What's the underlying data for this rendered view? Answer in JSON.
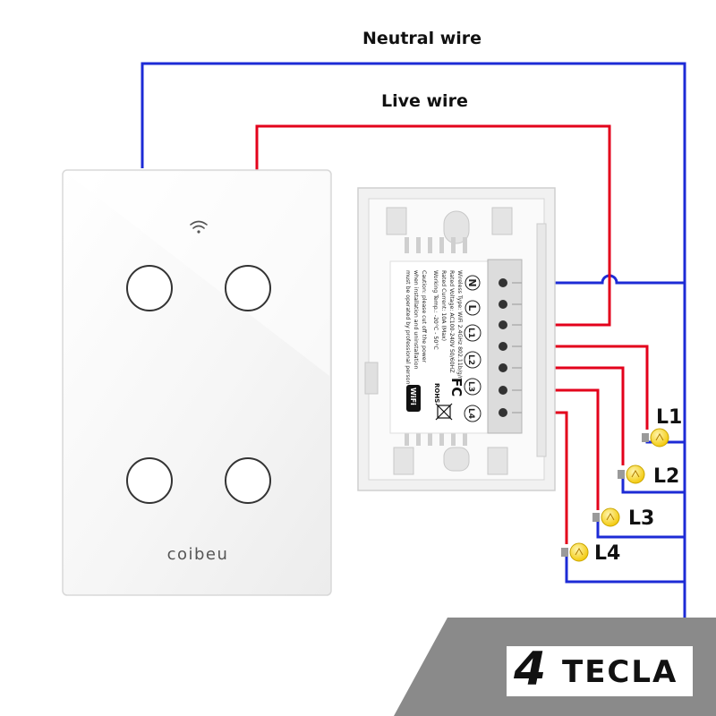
{
  "labels": {
    "neutral_wire": "Neutral wire",
    "live_wire": "Live wire"
  },
  "switch_front": {
    "brand": "coibeu",
    "button_count": 4,
    "indicator_icon": "wifi-icon"
  },
  "switch_back": {
    "terminals": [
      "N",
      "L",
      "L1",
      "L2",
      "L3",
      "L4"
    ],
    "spec_lines": [
      "Wireless Type: WiFi 2.4GHz 802.11b/g/n",
      "Rated Voltage: AC100-240V 50/60HZ",
      "Rated Current: 10A (Max)",
      "Working Temp.: -20°C - 50°C",
      "Caution: please cut off the power",
      "when installation and uninstallation",
      "must be operated by professional person"
    ],
    "cert_marks": [
      "FC",
      "ROHS",
      "WiFi"
    ]
  },
  "loads": [
    {
      "label": "L1",
      "icon": "bulb-icon"
    },
    {
      "label": "L2",
      "icon": "bulb-icon"
    },
    {
      "label": "L3",
      "icon": "bulb-icon"
    },
    {
      "label": "L4",
      "icon": "bulb-icon"
    }
  ],
  "banner": {
    "number": "4",
    "text": "TECLA"
  },
  "colors": {
    "neutral": "#1d2bd6",
    "live": "#e3001b",
    "bulb": "#f5d417",
    "banner_bg": "#8a8a8a"
  }
}
